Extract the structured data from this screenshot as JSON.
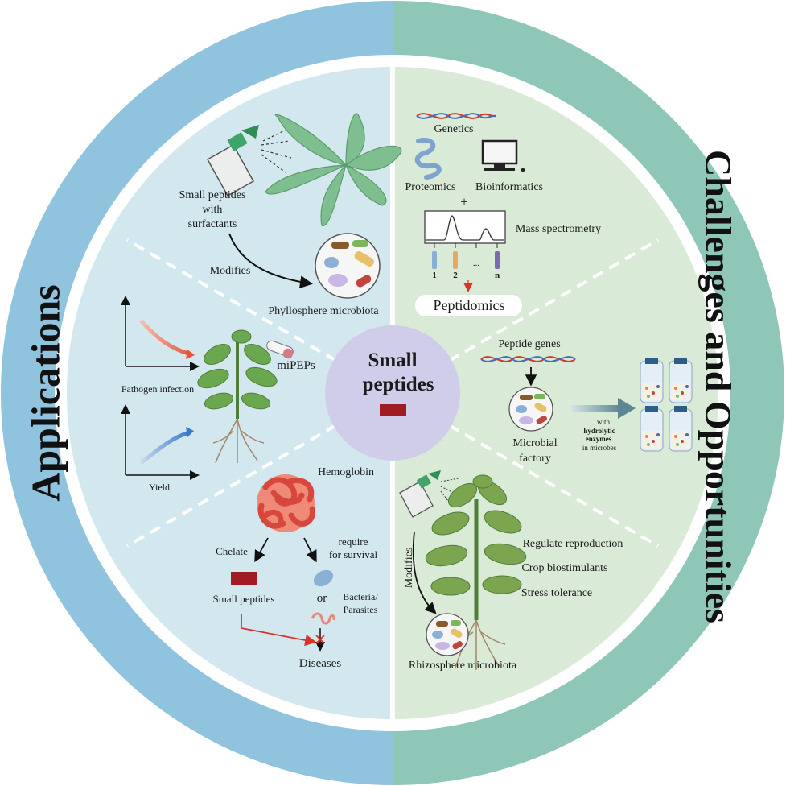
{
  "ring": {
    "left_title": "Applications",
    "right_title": "Challenges and Opportunities",
    "left_color": "#8fc3de",
    "right_color": "#8ec6b8"
  },
  "center": {
    "title_line1": "Small",
    "title_line2": "peptides",
    "bg_color": "#cfcdea",
    "peptide_color": "#a11b22"
  },
  "applications": {
    "phyllosphere": {
      "spray_label_line1": "Small peptides",
      "spray_label_line2": "with",
      "spray_label_line3": "surfactants",
      "modifies": "Modifies",
      "microbiota": "Phyllosphere microbiota"
    },
    "mipeps": {
      "pathogen_axis": "Pathogen infection",
      "yield_axis": "Yield",
      "label": "miPEPs"
    },
    "hemoglobin": {
      "title": "Hemoglobin",
      "chelate": "Chelate",
      "require_line1": "require",
      "require_line2": "for survival",
      "small_peptides": "Small peptides",
      "or": "or",
      "bacteria_line1": "Bacteria/",
      "bacteria_line2": "Parasites",
      "diseases": "Diseases"
    }
  },
  "challenges": {
    "omics": {
      "genetics": "Genetics",
      "proteomics": "Proteomics",
      "bioinformatics": "Bioinformatics",
      "plus": "+",
      "mass_spec": "Mass spectrometry",
      "tube_1": "1",
      "tube_2": "2",
      "tube_dots": "...",
      "tube_n": "n",
      "peptidomics": "Peptidomics"
    },
    "factory": {
      "peptide_genes": "Peptide genes",
      "microbial": "Microbial",
      "factory": "factory",
      "with": "with",
      "hydrolytic": "hydrolytic",
      "enzymes": "enzymes",
      "in_microbes": "in microbes"
    },
    "rhizosphere": {
      "modifies": "Modifies",
      "regulate": "Regulate reproduction",
      "biostimulants": "Crop biostimulants",
      "stress": "Stress tolerance",
      "microbiota": "Rhizosphere microbiota"
    }
  }
}
